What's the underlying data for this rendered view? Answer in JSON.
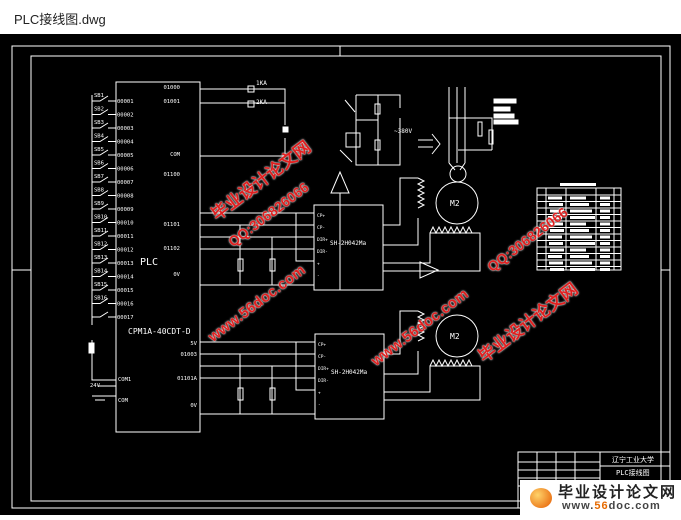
{
  "window": {
    "title": "PLC接线图.dwg"
  },
  "drawing": {
    "plc_label": "PLC",
    "plc_model": "CPM1A-40CDT-D",
    "inputs": [
      {
        "sw": "SB1",
        "addr": "00001"
      },
      {
        "sw": "SB2",
        "addr": "00002"
      },
      {
        "sw": "SB3",
        "addr": "00003"
      },
      {
        "sw": "SB4",
        "addr": "00004"
      },
      {
        "sw": "SB5",
        "addr": "00005"
      },
      {
        "sw": "SB6",
        "addr": "00006"
      },
      {
        "sw": "SB7",
        "addr": "00007"
      },
      {
        "sw": "SB8",
        "addr": "00008"
      },
      {
        "sw": "SB9",
        "addr": "00009"
      },
      {
        "sw": "SB10",
        "addr": "00010"
      },
      {
        "sw": "SB11",
        "addr": "00011"
      },
      {
        "sw": "SB12",
        "addr": "00012"
      },
      {
        "sw": "SB13",
        "addr": "00013"
      },
      {
        "sw": "SB14",
        "addr": "00014"
      },
      {
        "sw": "SB15",
        "addr": "00015"
      },
      {
        "sw": "SB16",
        "addr": "00016"
      },
      {
        "sw": "",
        "addr": "00017"
      }
    ],
    "outputs_top": [
      "01000",
      "01001",
      "COM",
      "01100",
      "01101",
      "01102",
      "0V"
    ],
    "outputs_bottom": [
      "5V",
      "01003",
      "01101A",
      "0V"
    ],
    "common_labels": [
      "COM1",
      "24V",
      "COM"
    ],
    "relays": [
      "1KA",
      "2KA"
    ],
    "driver_label": "SH-2H042Ma",
    "driver_pins": [
      "CP+",
      "CP-",
      "DIR+",
      "DIR-",
      "+",
      "-"
    ],
    "motor_label": "M2",
    "voltage_label": "~380V",
    "title_block": {
      "school": "辽宁工业大学",
      "drawing": "PLC接线图"
    }
  },
  "watermarks": {
    "site_cn": "毕业设计论文网",
    "url": "www.56doc.com",
    "qq": "QQ:306826066"
  },
  "logo": {
    "cn": "毕业设计论文网",
    "url_pre": "www.",
    "url_num": "56",
    "url_post": "doc.com"
  }
}
